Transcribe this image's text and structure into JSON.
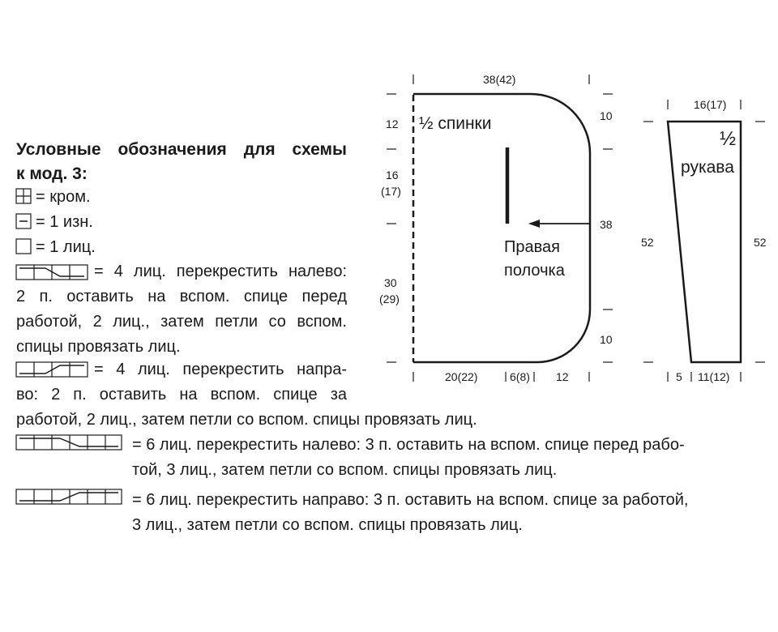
{
  "legend": {
    "title_line1": "Условные обозначения для схемы",
    "title_line2": "к мод. 3:",
    "items": {
      "edge": "= кром.",
      "purl": "= 1 изн.",
      "knit": "= 1 лиц.",
      "cross4_left": {
        "l1": "= 4 лиц. перекрестить налево:",
        "l2": "2 п. оставить на вспом. спице перед",
        "l3": "работой, 2 лиц., затем петли со вспом.",
        "l4": "спицы провязать лиц."
      },
      "cross4_right": {
        "l1": "= 4 лиц. перекрестить напра-",
        "l2": "во: 2 п. оставить на вспом. спице за",
        "l3": "работой, 2 лиц., затем петли со вспом. спицы провязать лиц."
      },
      "cross6_left": {
        "l1": "= 6 лиц. перекрестить налево: 3 п. оставить на вспом. спице перед рабо-",
        "l2": "той, 3 лиц., затем петли со вспом. спицы провязать лиц."
      },
      "cross6_right": {
        "l1": "= 6 лиц. перекрестить направо: 3 п. оставить на вспом. спице за работой,",
        "l2": "3 лиц., затем петли со вспом. спицы провязать лиц."
      }
    }
  },
  "back": {
    "label": "½ спинки",
    "front_label_line1": "Правая",
    "front_label_line2": "полочка",
    "top_width": "38(42)",
    "left_dims": {
      "d12": "12",
      "d16": "16",
      "d16b": "(17)",
      "d30": "30",
      "d30b": "(29)"
    },
    "right_dims": {
      "d10a": "10",
      "d38": "38",
      "d10b": "10"
    },
    "bottom_dims": {
      "d20": "20(22)",
      "d6": "6(8)",
      "d12": "12"
    }
  },
  "sleeve": {
    "half": "½",
    "label": "рукава",
    "top_width": "16(17)",
    "left_height": "52",
    "right_height": "52",
    "bottom_dims": {
      "d5": "5",
      "d11": "11(12)"
    }
  }
}
